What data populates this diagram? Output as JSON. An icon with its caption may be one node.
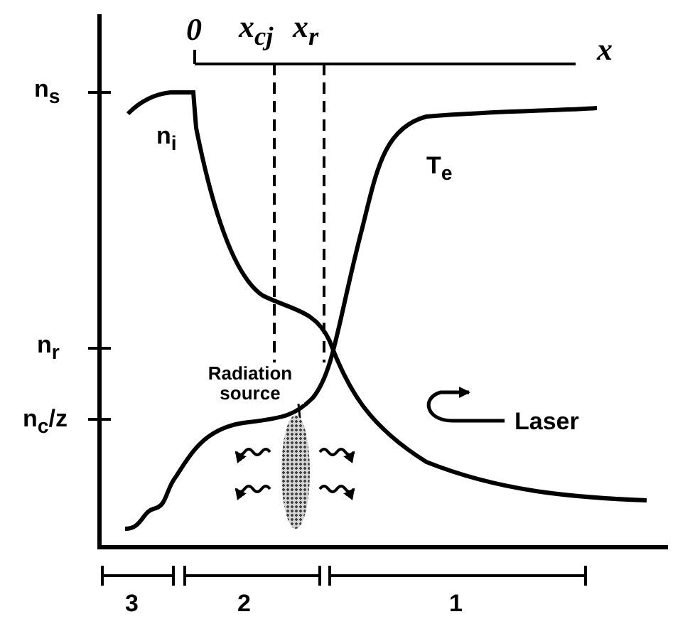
{
  "diagram": {
    "nodes": [
      {
        "text": [
          "Radiation source"
        ]
      },
      {
        "text": [],
        "shape": "ellipse"
      }
    ],
    "edges": [
      {
        "from": 0,
        "to": 1,
        "arrow": "none"
      }
    ],
    "labels": [
      "0",
      "x$_{cj}$",
      "x$_{r}$",
      "x",
      "n$_{s}$",
      "n$_{i}$",
      "T$_{e}$",
      "n$_{r}$",
      "Laser",
      "n$_{c}$/z",
      "3",
      "2",
      "1"
    ]
  }
}
